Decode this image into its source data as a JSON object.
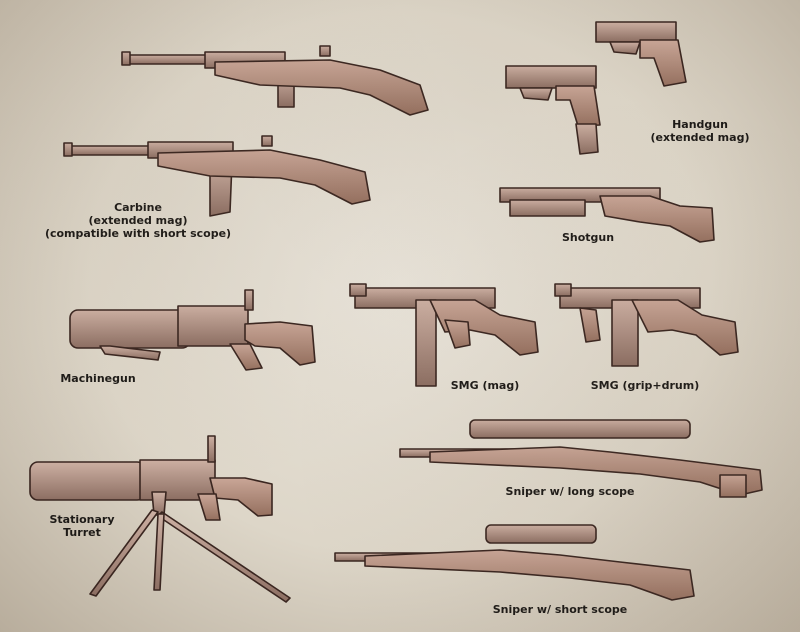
{
  "colors": {
    "paper": "#e3ddd1",
    "metal": "#b7978a",
    "metal_dark": "#8e7064",
    "wood": "#b38e80",
    "outline": "#3a2620",
    "text": "#1d1a17"
  },
  "weapons": {
    "carbine": {
      "line1": "Carbine",
      "line2": "(extended mag)",
      "line3": "(compatible with short scope)"
    },
    "handgun": {
      "line1": "Handgun",
      "line2": "(extended mag)"
    },
    "shotgun": {
      "line1": "Shotgun"
    },
    "machinegun": {
      "line1": "Machinegun"
    },
    "smg_mag": {
      "line1": "SMG (mag)"
    },
    "smg_drum": {
      "line1": "SMG (grip+drum)"
    },
    "sniper_long": {
      "line1": "Sniper w/ long scope"
    },
    "turret": {
      "line1": "Stationary",
      "line2": "Turret"
    },
    "sniper_short": {
      "line1": "Sniper w/ short scope"
    }
  }
}
